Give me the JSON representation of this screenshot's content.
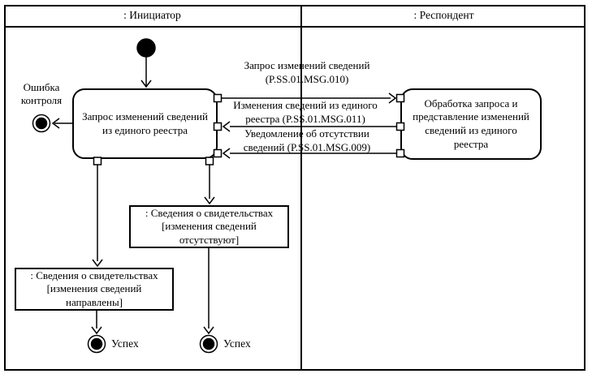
{
  "lanes": {
    "initiator": ": Инициатор",
    "respondent": ": Респондент"
  },
  "states": {
    "request": {
      "line1": "Запрос изменений сведений",
      "line2": "из единого реестра"
    },
    "process": {
      "line1": "Обработка запроса и",
      "line2": "представление изменений",
      "line3": "сведений из единого",
      "line4": "реестра"
    }
  },
  "objects": {
    "absent": {
      "line1": ": Сведения о свидетельствах",
      "line2": "[изменения сведений",
      "line3": "отсутствуют]"
    },
    "sent": {
      "line1": ": Сведения о свидетельствах",
      "line2": "[изменения сведений",
      "line3": "направлены]"
    }
  },
  "messages": [
    {
      "line1": "Запрос изменений сведений",
      "line2": "(P.SS.01.MSG.010)",
      "direction": "initiator-to-respondent"
    },
    {
      "line1": "Изменения сведений из единого",
      "line2": "реестра (P.SS.01.MSG.011)",
      "direction": "respondent-to-initiator"
    },
    {
      "line1": "Уведомление об отсутствии",
      "line2": "сведений (P.SS.01.MSG.009)",
      "direction": "respondent-to-initiator"
    }
  ],
  "terminals": {
    "error": {
      "line1": "Ошибка",
      "line2": "контроля"
    },
    "success_left": "Успех",
    "success_right": "Успех"
  },
  "colors": {
    "line": "#000000",
    "background": "#ffffff",
    "text": "#000000"
  }
}
